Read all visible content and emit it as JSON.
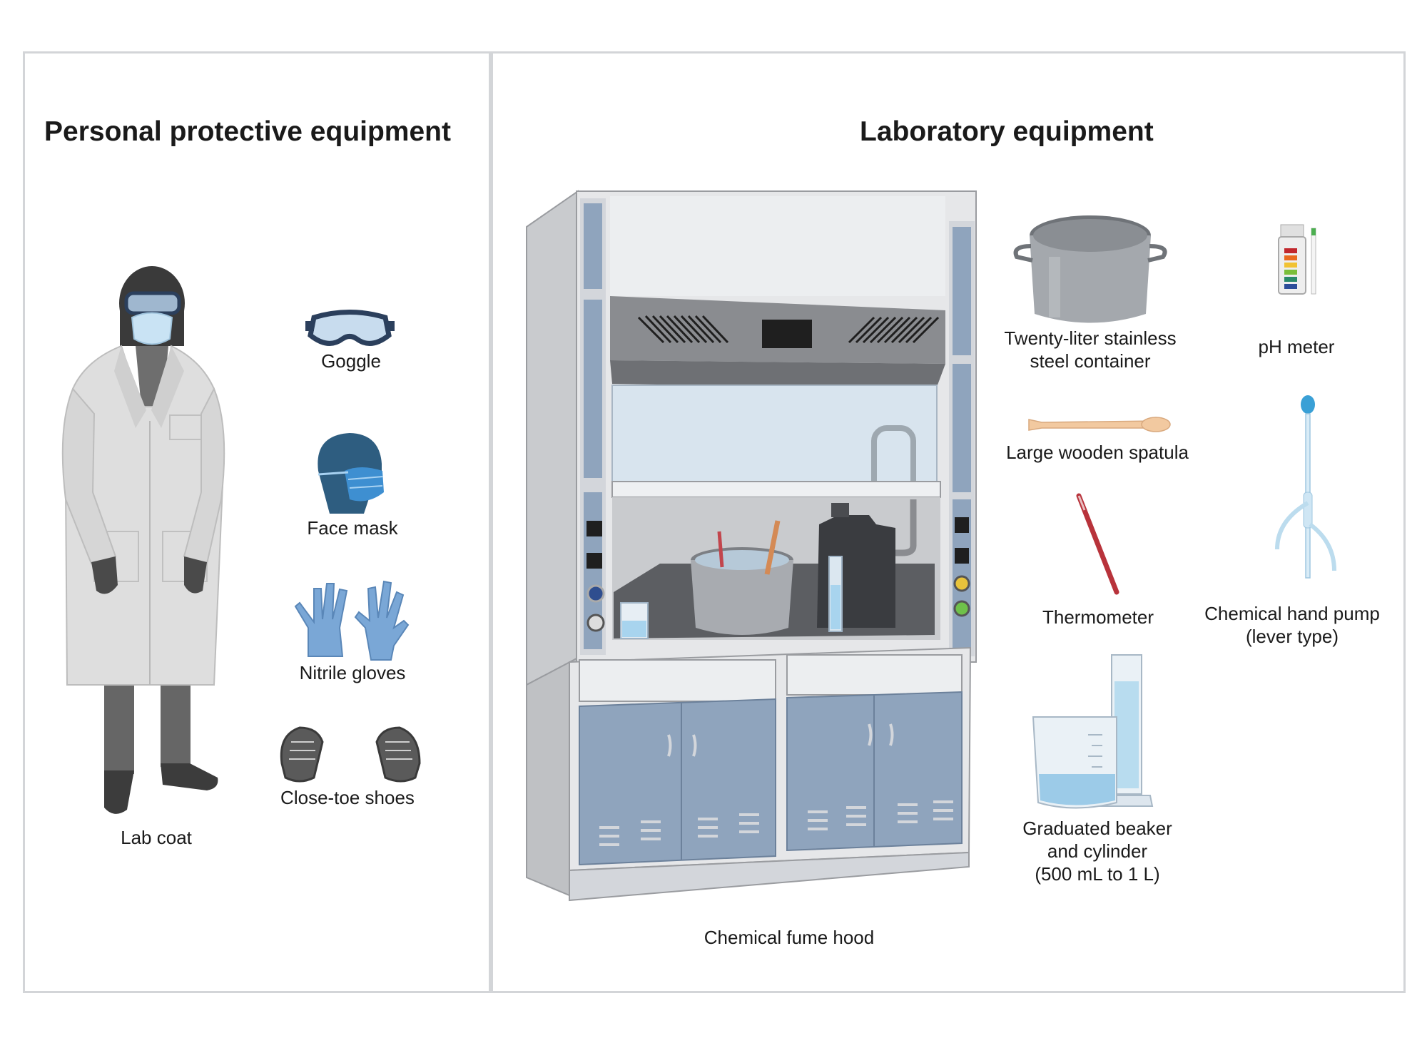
{
  "ppe": {
    "title": "Personal protective equipment",
    "items": {
      "lab_coat": "Lab coat",
      "goggle": "Goggle",
      "face_mask": "Face mask",
      "nitrile_gloves": "Nitrile gloves",
      "shoes": "Close-toe shoes"
    }
  },
  "lab": {
    "title": "Laboratory equipment",
    "items": {
      "fume_hood": "Chemical fume hood",
      "container_line1": "Twenty-liter stainless",
      "container_line2": "steel container",
      "ph_meter": "pH meter",
      "spatula": "Large wooden spatula",
      "thermometer": "Thermometer",
      "pump_line1": "Chemical hand pump",
      "pump_line2": "(lever type)",
      "beaker_line1": "Graduated beaker",
      "beaker_line2": "and cylinder",
      "beaker_line3": "(500 mL to 1 L)"
    }
  },
  "colors": {
    "panel_border": "#d3d5d8",
    "cabinet_blue": "#8fa4bd",
    "glove_blue": "#7aa7d6",
    "mask_blue": "#3e8fd1",
    "spatula_tan": "#f2c9a0",
    "thermometer_red": "#b8333b"
  }
}
